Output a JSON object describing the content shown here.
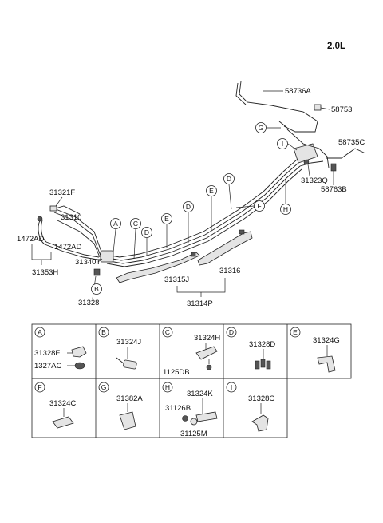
{
  "engine_label": "2.0L",
  "part_numbers": {
    "p58736A": "58736A",
    "p58753": "58753",
    "p58735C": "58735C",
    "p31323Q": "31323Q",
    "p58763B": "58763B",
    "p31321F": "31321F",
    "p31310": "31310",
    "p1472AD_a": "1472AD",
    "p1472AD_b": "1472AD",
    "p31340T": "31340T",
    "p31353H": "31353H",
    "p31328": "31328",
    "p31315J": "31315J",
    "p31316": "31316",
    "p31314P": "31314P"
  },
  "callouts": {
    "A": "A",
    "B": "B",
    "C": "C",
    "D": "D",
    "E": "E",
    "F": "F",
    "G": "G",
    "H": "H",
    "I": "I"
  },
  "detail_boxes": {
    "A": {
      "key": "A",
      "parts": [
        "31328F",
        "1327AC"
      ]
    },
    "B": {
      "key": "B",
      "parts": [
        "31324J"
      ]
    },
    "C": {
      "key": "C",
      "parts": [
        "31324H",
        "1125DB"
      ]
    },
    "D": {
      "key": "D",
      "parts": [
        "31328D"
      ]
    },
    "E": {
      "key": "E",
      "parts": [
        "31324G"
      ]
    },
    "F": {
      "key": "F",
      "parts": [
        "31324C"
      ]
    },
    "G": {
      "key": "G",
      "parts": [
        "31382A"
      ]
    },
    "H": {
      "key": "H",
      "parts": [
        "31324K",
        "31126B",
        "31125M"
      ]
    },
    "I": {
      "key": "I",
      "parts": [
        "31328C"
      ]
    }
  }
}
